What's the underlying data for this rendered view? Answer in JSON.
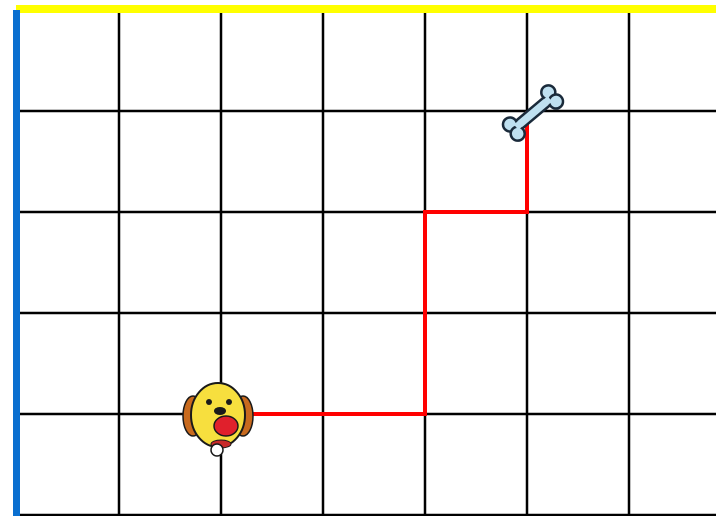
{
  "colors": {
    "background": "#ffffff",
    "grid_line": "#000000",
    "top_axis": "#ffff00",
    "left_axis": "#0a6fd0",
    "path": "#ff0000",
    "dog_face": "#f7df3e",
    "dog_ears": "#c86a1e",
    "dog_mouth": "#e0202c",
    "bone_fill": "#bfe0f0",
    "bone_outline": "#1a2a3a"
  },
  "grid": {
    "columns": 7,
    "rows": 5
  },
  "path_points": [
    [
      2.3,
      4.0
    ],
    [
      4.0,
      4.0
    ],
    [
      4.0,
      2.0
    ],
    [
      5.0,
      2.0
    ],
    [
      5.0,
      1.0
    ]
  ],
  "dog": {
    "col": 2,
    "row": 4,
    "icon": "dog-face-icon"
  },
  "bone": {
    "col": 5,
    "row": 1,
    "icon": "bone-icon"
  }
}
